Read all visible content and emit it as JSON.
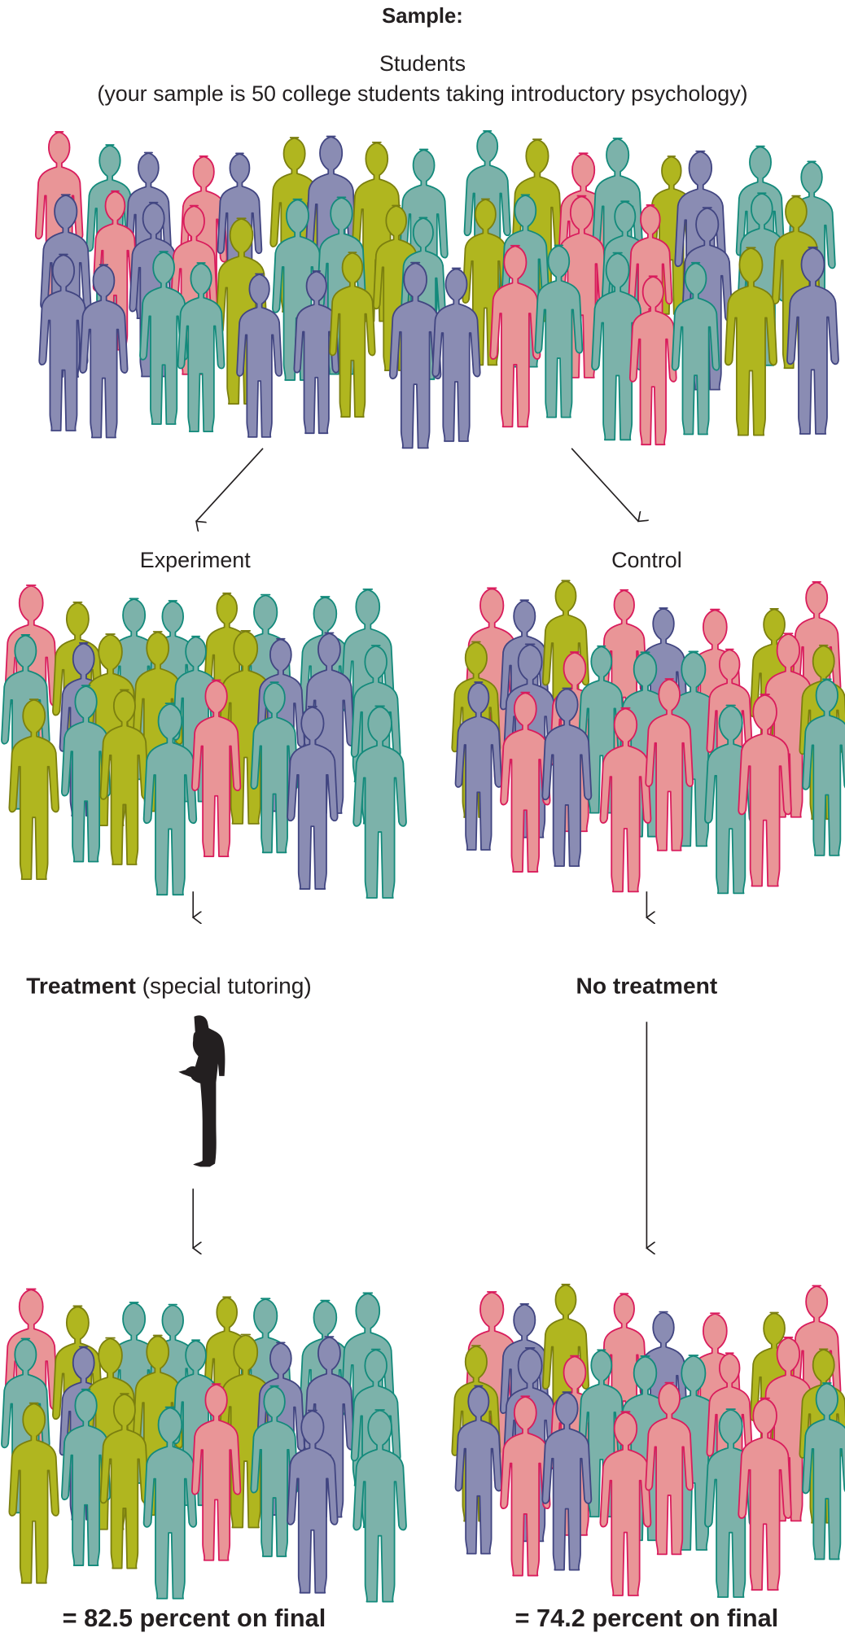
{
  "header": {
    "title": "Sample:",
    "population": "Students",
    "description": "(your sample is 50 college students taking introductory psychology)"
  },
  "groups": {
    "experiment": {
      "label": "Experiment",
      "treatment_bold": "Treatment",
      "treatment_detail": " (special tutoring)",
      "result": "= 82.5 percent on final"
    },
    "control": {
      "label": "Control",
      "treatment_bold": "No treatment",
      "result": "= 74.2 percent on final"
    }
  },
  "icons": {
    "student": "person-silhouette-icon",
    "tutor": "tutor-silhouette-icon",
    "arrow": "arrow-down-icon"
  },
  "colors": {
    "pink": {
      "fill": "#e99597",
      "stroke": "#d91c5c"
    },
    "purple": {
      "fill": "#8a8cb3",
      "stroke": "#414581"
    },
    "olive": {
      "fill": "#b0b61f",
      "stroke": "#7b7f0f"
    },
    "teal": {
      "fill": "#7cb2aa",
      "stroke": "#138a7b"
    },
    "ink": "#231f20"
  }
}
